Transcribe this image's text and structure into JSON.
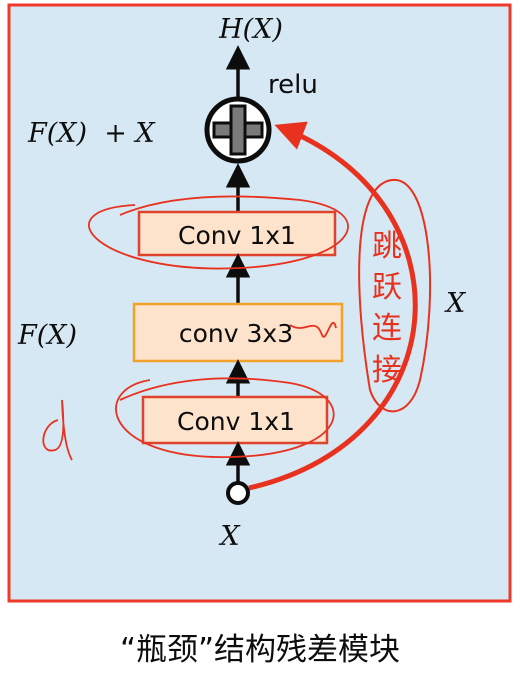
{
  "output_label": "H(X)",
  "sum_label": "F(X)  + X",
  "residual_label": "F(X)",
  "input_label": "X",
  "skip_label": "X",
  "activation_label": "relu",
  "layers": {
    "top": "Conv 1x1",
    "middle": "conv 3x3",
    "bottom": "Conv 1x1"
  },
  "skip_annotation": [
    "跳",
    "跃",
    "连",
    "接"
  ],
  "caption": "“瓶颈”结构残差模块",
  "colors": {
    "panel_bg": "#d6e8f3",
    "panel_border": "#ee3a2a",
    "conv_fill": "#fde2cc",
    "conv_border_red": "#e0432c",
    "conv_border_orange": "#f2a12a",
    "ink": "#0d0d0d",
    "annotation_red": "#e8321f"
  }
}
